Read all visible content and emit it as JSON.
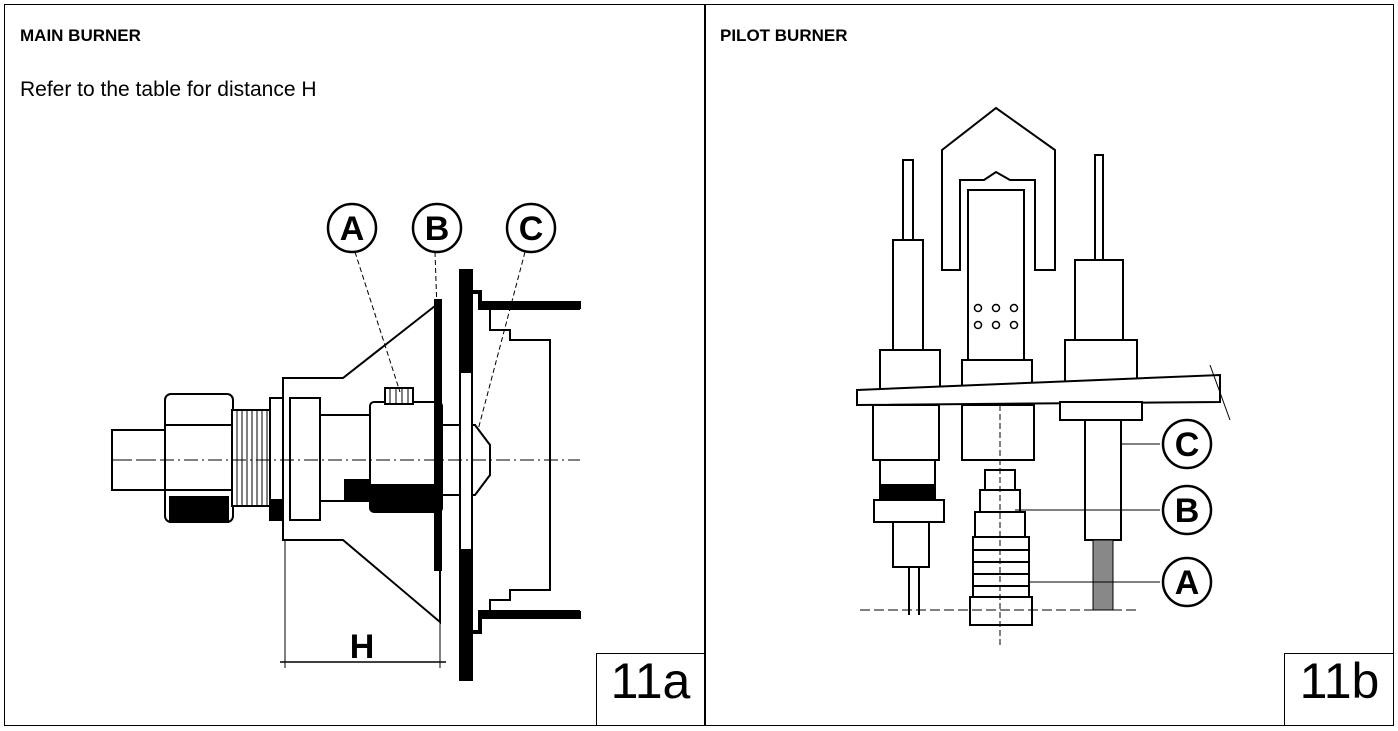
{
  "panels": [
    {
      "title": "MAIN BURNER",
      "subtitle": "Refer to the table for distance H",
      "figure_number": "11a",
      "callouts": [
        "A",
        "B",
        "C"
      ],
      "dimension_label": "H"
    },
    {
      "title": "PILOT BURNER",
      "figure_number": "11b",
      "callouts": [
        "C",
        "B",
        "A"
      ]
    }
  ]
}
